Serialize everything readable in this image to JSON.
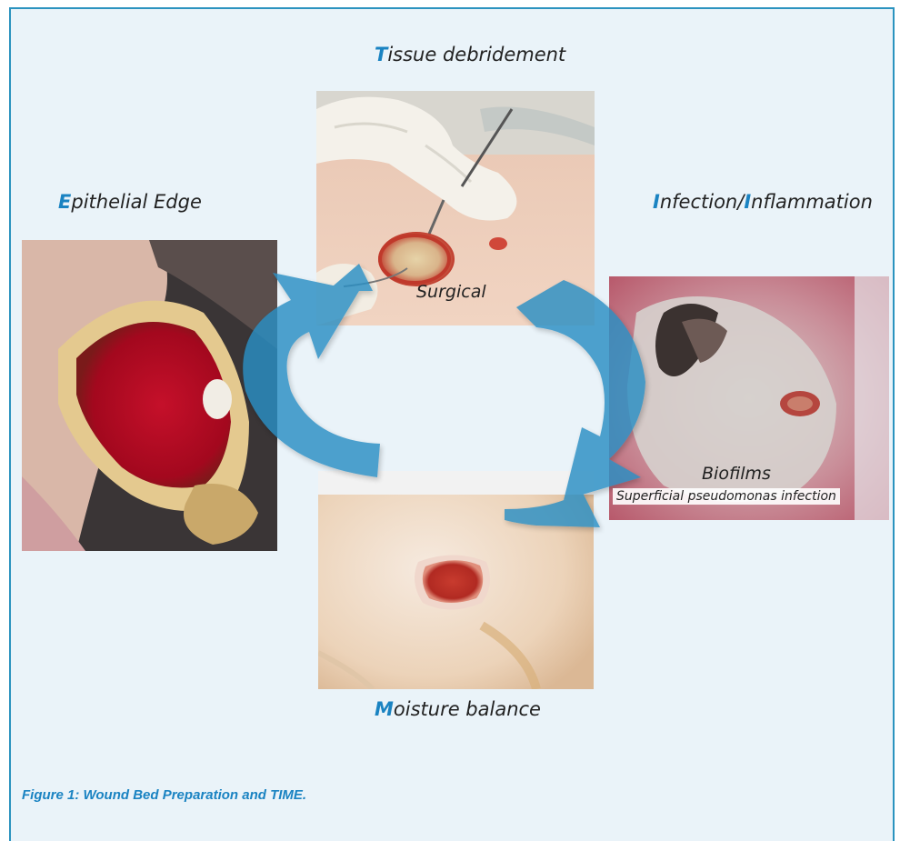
{
  "labels": {
    "top": {
      "initial": "T",
      "rest": "issue debridement"
    },
    "left": {
      "initial": "E",
      "rest": "pithelial Edge"
    },
    "right": {
      "initial": "I",
      "mid": "nfection/",
      "initial2": "I",
      "rest": "nflammation"
    },
    "bottom": {
      "initial": "M",
      "rest": "oisture balance"
    }
  },
  "captions": {
    "surgical": "Surgical",
    "biofilms": "Biofilms",
    "biofilms_sub": "Superficial pseudomonas infection"
  },
  "figure_caption": "Figure 1: Wound Bed Preparation and TIME.",
  "colors": {
    "accent": "#1a83c2",
    "arrow": "#2a8fc4",
    "panel_bg": "#eaf3f9",
    "border": "#2b93bf"
  }
}
